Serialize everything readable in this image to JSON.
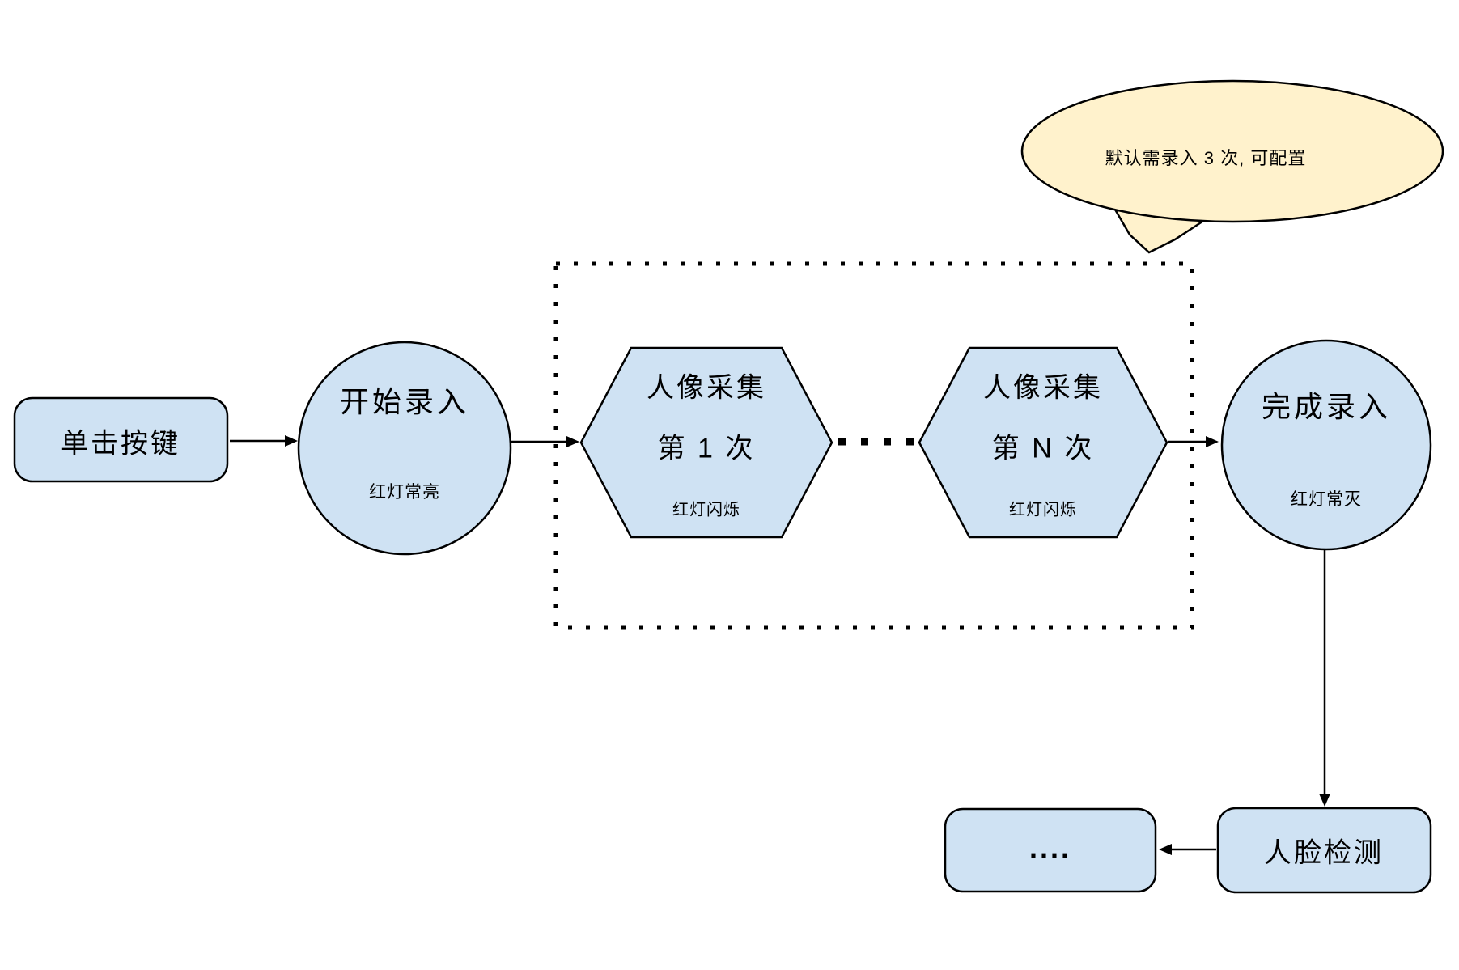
{
  "callout": {
    "text": "默认需录入 3 次, 可配置"
  },
  "nodes": {
    "click_button": {
      "label": "单击按键"
    },
    "start_enroll": {
      "label": "开始录入",
      "status": "红灯常亮"
    },
    "capture_first": {
      "title": "人像采集",
      "subtitle": "第 1 次",
      "status": "红灯闪烁"
    },
    "capture_nth": {
      "title": "人像采集",
      "subtitle": "第 N 次",
      "status": "红灯闪烁"
    },
    "finish_enroll": {
      "label": "完成录入",
      "status": "红灯常灭"
    },
    "face_detection": {
      "label": "人脸检测"
    },
    "more_steps": {
      "label": "...."
    }
  },
  "colors": {
    "node_fill": "#cfe2f3",
    "callout_fill": "#fff2cc",
    "stroke": "#000000",
    "background": "#ffffff"
  }
}
